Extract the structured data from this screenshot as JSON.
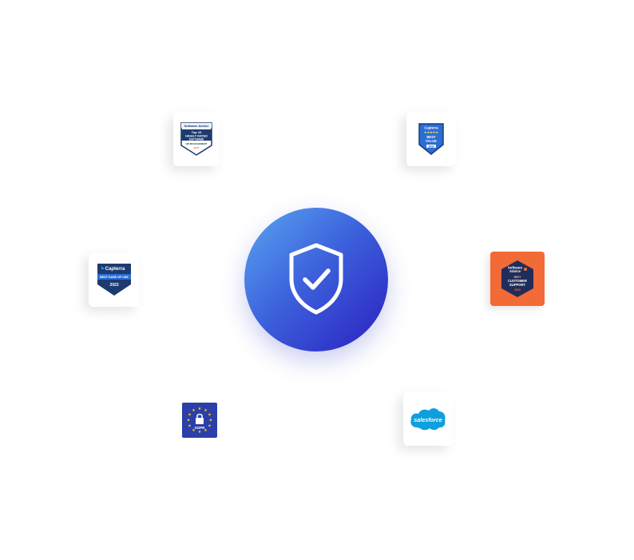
{
  "center": {
    "icon": "shield-check-icon",
    "gradient": [
      "#5aa6f0",
      "#3d63dd",
      "#2a1fc0"
    ]
  },
  "badges": {
    "software_advice_top": {
      "brand": "Software Advice",
      "line1": "Top 10",
      "line2": "HIGHLY RATED",
      "line3": "SOFTWARE",
      "category": "HR MANAGEMENT",
      "year": "2023"
    },
    "capterra_best_value": {
      "brand": "Capterra",
      "stars": "★★★★★",
      "line1": "BEST",
      "line2": "VALUE",
      "year": "2023"
    },
    "capterra_ease_of_use": {
      "brand": "Capterra",
      "line1": "BEST EASE OF USE",
      "year": "2023"
    },
    "software_advice_support": {
      "brand1": "Software",
      "brand2": "Advice",
      "line1": "BEST",
      "line2": "CUSTOMER",
      "line3": "SUPPORT",
      "year": "2023"
    },
    "gdpr": {
      "label": "GDPR"
    },
    "salesforce": {
      "label": "salesforce"
    }
  },
  "colors": {
    "capterra_navy": "#1d3b6e",
    "software_advice_orange": "#f26a36",
    "gdpr_blue": "#2c3fa8",
    "salesforce_blue": "#0ea0dc"
  }
}
